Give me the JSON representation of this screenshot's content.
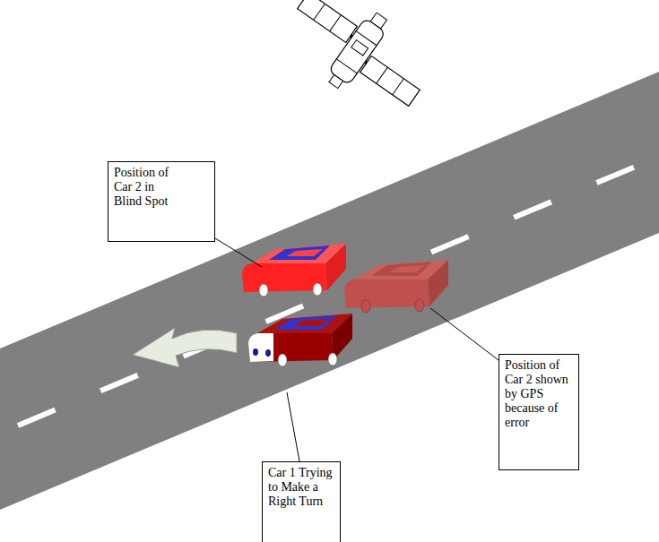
{
  "diagram": {
    "nodes": [
      {
        "text": [
          "Position of Car 2 in Blind Spot"
        ]
      },
      {
        "text": [
          "Position of Car 2 shown by GPS because of error"
        ]
      },
      {
        "text": [
          "Car 1 Trying to Make a Right Turn"
        ]
      }
    ]
  }
}
